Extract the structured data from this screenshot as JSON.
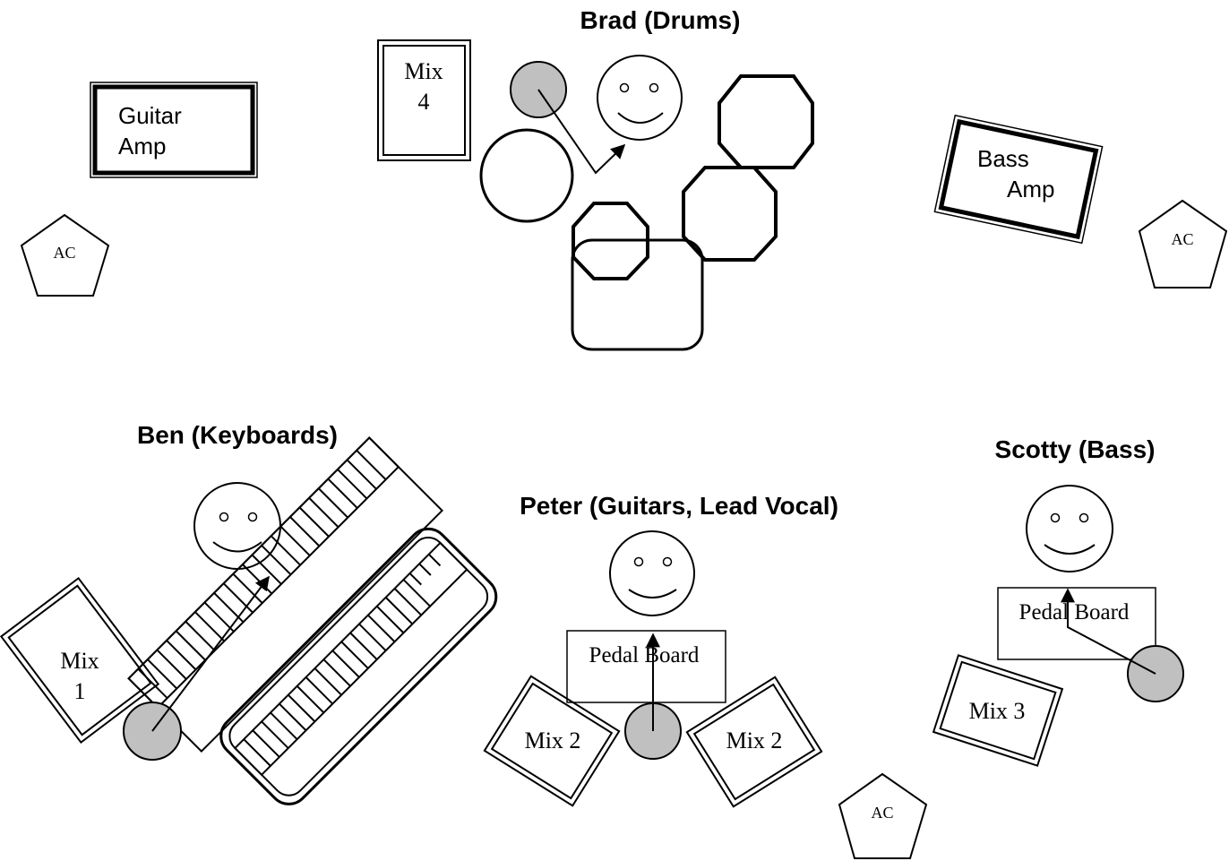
{
  "musicians": {
    "brad": {
      "name": "Brad (Drums)"
    },
    "ben": {
      "name": "Ben (Keyboards)"
    },
    "peter": {
      "name": "Peter (Guitars, Lead Vocal)"
    },
    "scotty": {
      "name": "Scotty (Bass)"
    }
  },
  "amps": {
    "guitar": {
      "line1": "Guitar",
      "line2": "Amp"
    },
    "bass": {
      "line1": "Bass",
      "line2": "Amp"
    }
  },
  "monitors": {
    "mix1": {
      "line1": "Mix",
      "line2": "1"
    },
    "mix2_left": {
      "label": "Mix 2"
    },
    "mix2_right": {
      "label": "Mix 2"
    },
    "mix3": {
      "label": "Mix 3"
    },
    "mix4": {
      "line1": "Mix",
      "line2": "4"
    }
  },
  "pedal_boards": {
    "peter": {
      "label": "Pedal Board"
    },
    "scotty": {
      "label": "Pedal Board"
    }
  },
  "power": {
    "ac_left": {
      "label": "AC"
    },
    "ac_right": {
      "label": "AC"
    },
    "ac_bottom": {
      "label": "AC"
    }
  },
  "colors": {
    "mic_fill": "#c0c0c0",
    "stroke": "#000000",
    "background": "#ffffff"
  }
}
